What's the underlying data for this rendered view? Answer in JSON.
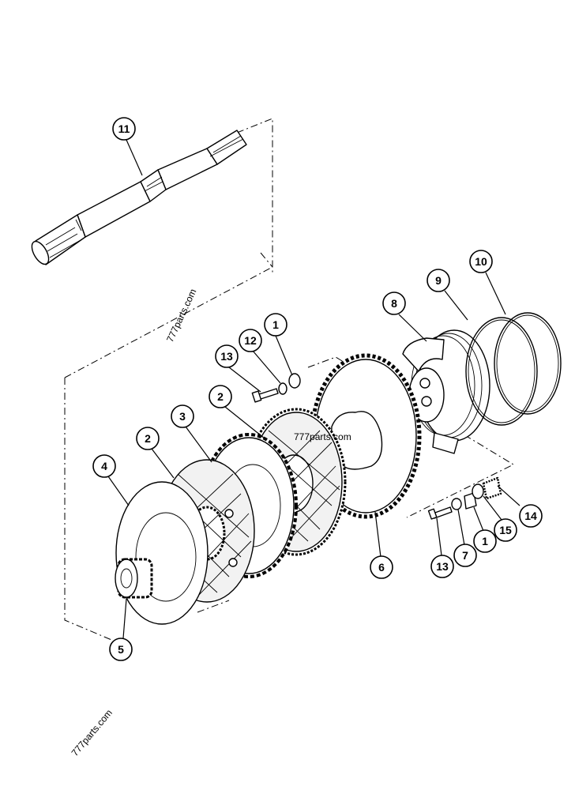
{
  "watermarks": [
    "777parts.com",
    "777parts.com",
    "777parts.com"
  ],
  "callouts": {
    "shaft": "11",
    "sleeve": "8",
    "ring_inner": "9",
    "ring_outer": "10",
    "pin_upper": "1",
    "washer_upper": "12",
    "bolt_upper": "13",
    "friction_disc_upper": "2",
    "steel_plate": "3",
    "friction_disc_lower": "2",
    "end_plate": "4",
    "hub": "5",
    "gear_plate": "6",
    "bolt_lower": "13",
    "seat": "7",
    "pin_lower": "1",
    "spring": "14",
    "spring_seat": "15"
  }
}
